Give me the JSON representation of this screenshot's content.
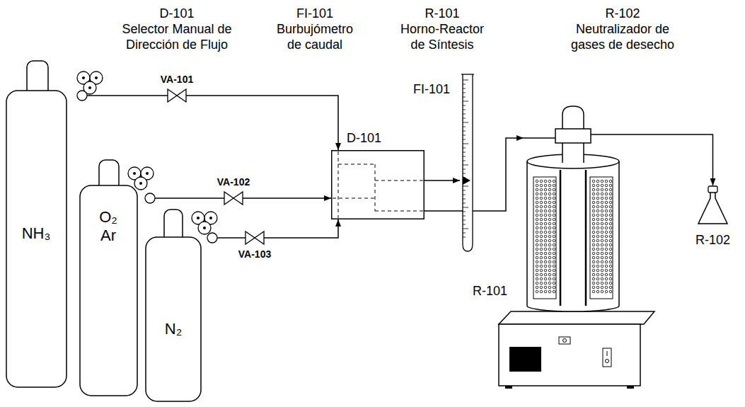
{
  "diagram": {
    "nodes": [
      {
        "text": [
          "NH₃"
        ]
      },
      {
        "text": [
          "O₂ Ar"
        ]
      },
      {
        "text": [
          "N₂"
        ]
      },
      {
        "text": [
          "VA-101"
        ]
      },
      {
        "text": [
          "VA-102"
        ]
      },
      {
        "text": [
          "VA-103"
        ]
      },
      {
        "text": [
          "D-101"
        ]
      },
      {
        "text": [
          "FI-101"
        ]
      },
      {
        "text": [
          "R-101"
        ]
      },
      {
        "text": [
          "R-102"
        ]
      }
    ],
    "edges": [
      {
        "from": 0,
        "to": 3,
        "arrow": "none"
      },
      {
        "from": 3,
        "to": 6,
        "arrow": "to"
      },
      {
        "from": 1,
        "to": 4,
        "arrow": "none"
      },
      {
        "from": 4,
        "to": 6,
        "arrow": "to"
      },
      {
        "from": 2,
        "to": 5,
        "arrow": "none"
      },
      {
        "from": 5,
        "to": 6,
        "arrow": "to"
      },
      {
        "from": 6,
        "to": 7,
        "arrow": "to"
      },
      {
        "from": 6,
        "to": 8,
        "arrow": "to"
      },
      {
        "from": 8,
        "to": 9,
        "arrow": "to"
      }
    ],
    "labels": [
      "D-101",
      "Selector Manual de Dirección de Flujo",
      "FI-101",
      "Burbujómetro de caudal",
      "R-101",
      "Horno-Reactor de Síntesis",
      "R-102",
      "Neutralizador de gases de desecho"
    ]
  }
}
